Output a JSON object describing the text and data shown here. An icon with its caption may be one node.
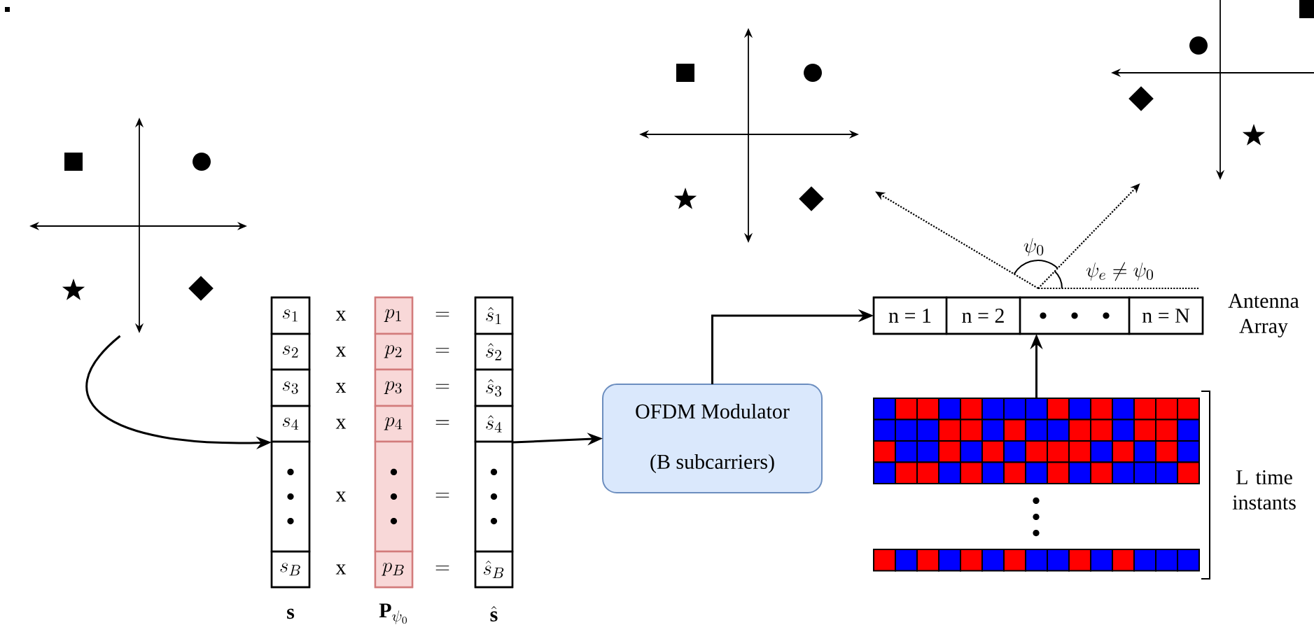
{
  "diagram": {
    "nodes": [
      {
        "text": [],
        "shape": "picture"
      },
      {
        "text": [
          "\\mathbf{s}"
        ]
      },
      {
        "text": [
          "s_1"
        ],
        "in": 1
      },
      {
        "text": [
          "s_2"
        ],
        "in": 1
      },
      {
        "text": [
          "s_3"
        ],
        "in": 1
      },
      {
        "text": [
          "s_4"
        ],
        "in": 1
      },
      {
        "text": [],
        "shape": "box",
        "in": 1
      },
      {
        "text": [
          "s_B"
        ],
        "in": 1
      },
      {
        "text": [
          "\\mathbf{P}_{\\psi_0}"
        ]
      },
      {
        "text": [
          "p_1"
        ],
        "in": 8
      },
      {
        "text": [
          "p_2"
        ],
        "in": 8
      },
      {
        "text": [
          "p_3"
        ],
        "in": 8
      },
      {
        "text": [
          "p_4"
        ],
        "in": 8
      },
      {
        "text": [],
        "shape": "box",
        "in": 8
      },
      {
        "text": [
          "p_B"
        ],
        "in": 8
      },
      {
        "text": [
          "\\hat{\\mathbf{s}}"
        ]
      },
      {
        "text": [
          "\\hat{s}_1"
        ],
        "in": 15
      },
      {
        "text": [
          "\\hat{s}_2"
        ],
        "in": 15
      },
      {
        "text": [
          "\\hat{s}_3"
        ],
        "in": 15
      },
      {
        "text": [
          "\\hat{s}_4"
        ],
        "in": 15
      },
      {
        "text": [],
        "shape": "box",
        "in": 15
      },
      {
        "text": [
          "\\hat{s}_B"
        ],
        "in": 15
      },
      {
        "text": [
          "OFDM Modulator",
          "(B subcarriers)"
        ]
      },
      {
        "text": [],
        "shape": "box",
        "beside": [
          "Antenna Array"
        ]
      },
      {
        "text": [
          "n = 1"
        ],
        "in": 23
      },
      {
        "text": [
          "n = 2"
        ],
        "in": 23
      },
      {
        "text": [],
        "shape": "box",
        "in": 23
      },
      {
        "text": [
          "n = N"
        ],
        "in": 23
      },
      {
        "text": [],
        "shape": "picture"
      },
      {
        "text": [],
        "shape": "picture"
      },
      {
        "text": [],
        "shape": "picture",
        "beside": [
          "L time instants"
        ]
      }
    ],
    "edges": [
      {
        "from": 0,
        "to": 1,
        "arrow": "to"
      },
      {
        "from": 15,
        "to": 22,
        "arrow": "to"
      },
      {
        "from": 22,
        "to": 23,
        "arrow": "to"
      },
      {
        "from": 30,
        "to": 23,
        "arrow": "to"
      },
      {
        "from": 23,
        "to": 28,
        "arrow": "to",
        "style": "dashed"
      },
      {
        "from": 23,
        "to": 29,
        "arrow": "to",
        "style": "dashed"
      }
    ],
    "labels": [
      "\\psi_0",
      "\\psi_e \\neq \\psi_0",
      "x",
      "=",
      "x",
      "=",
      "x",
      "=",
      "x",
      "=",
      "x",
      "=",
      "x",
      "="
    ]
  }
}
